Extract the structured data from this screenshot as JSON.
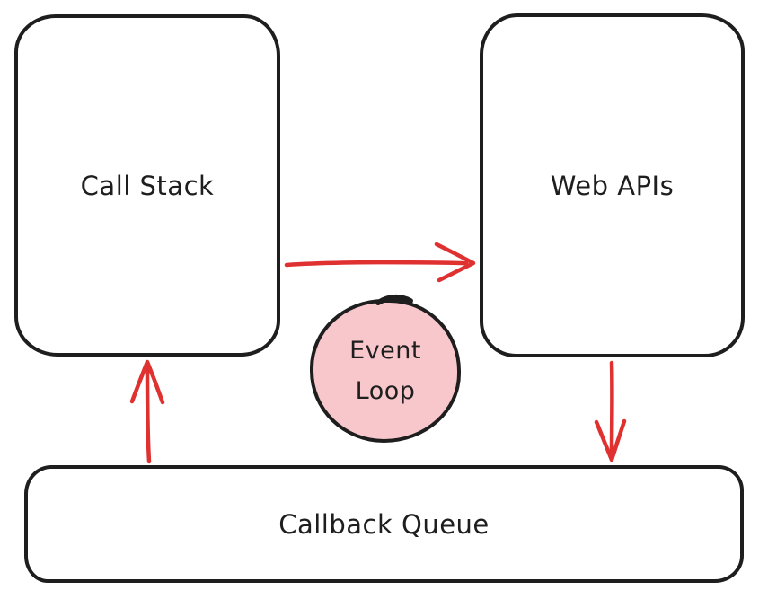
{
  "nodes": {
    "call_stack": {
      "label": "Call Stack"
    },
    "web_apis": {
      "label": "Web APIs"
    },
    "event_loop": {
      "label": "Event Loop",
      "lines": [
        "Event",
        "Loop"
      ]
    },
    "callback_queue": {
      "label": "Callback Queue"
    }
  },
  "edges": [
    {
      "from": "call_stack",
      "to": "web_apis",
      "direction": "right",
      "color": "#e03131"
    },
    {
      "from": "web_apis",
      "to": "callback_queue",
      "direction": "down",
      "color": "#e03131"
    },
    {
      "from": "callback_queue",
      "to": "call_stack",
      "direction": "up",
      "color": "#e03131"
    }
  ],
  "colors": {
    "stroke": "#1e1e1e",
    "arrow": "#e03131",
    "event_loop_fill": "#f8c7cb",
    "bg": "#ffffff"
  }
}
